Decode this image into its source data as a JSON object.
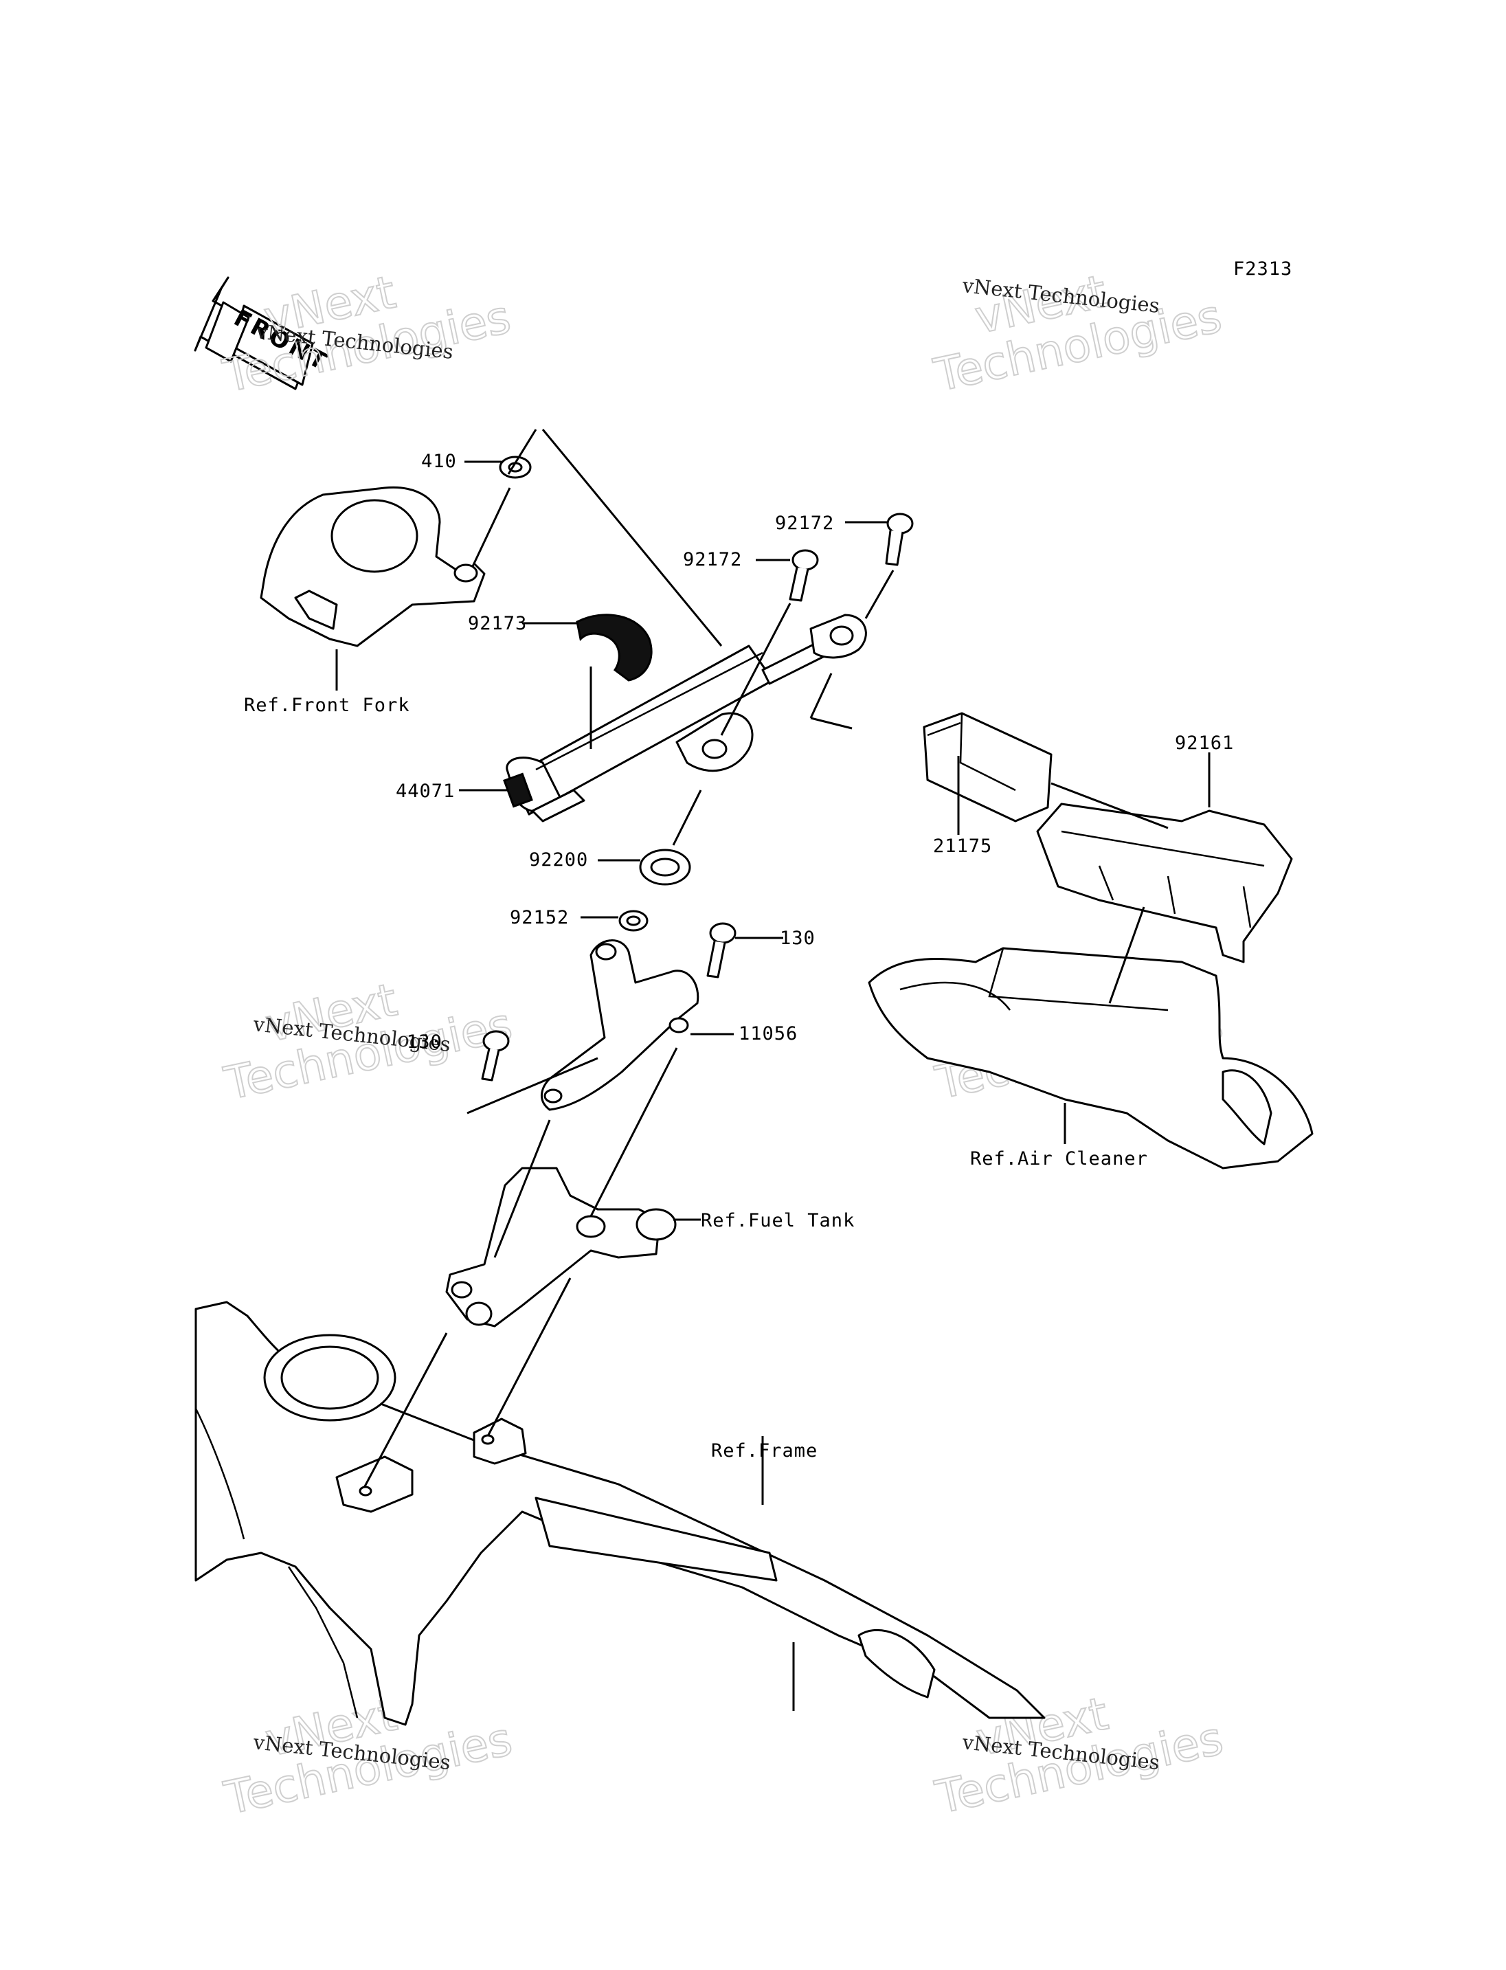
{
  "diagram": {
    "code": "F2313",
    "front_marker": "FRONT",
    "watermark": {
      "small": "vNext Technologies",
      "large_top": "vNext",
      "large_bottom": "Technologies"
    },
    "part_labels": {
      "p410": "410",
      "p92172a": "92172",
      "p92172b": "92172",
      "p92173": "92173",
      "p44071": "44071",
      "p92200": "92200",
      "p92152": "92152",
      "p130a": "130",
      "p130b": "130",
      "p11056": "11056",
      "p92161": "92161",
      "p21175": "21175"
    },
    "ref_labels": {
      "front_fork": "Ref.Front Fork",
      "air_cleaner": "Ref.Air Cleaner",
      "fuel_tank": "Ref.Fuel Tank",
      "frame": "Ref.Frame"
    }
  }
}
